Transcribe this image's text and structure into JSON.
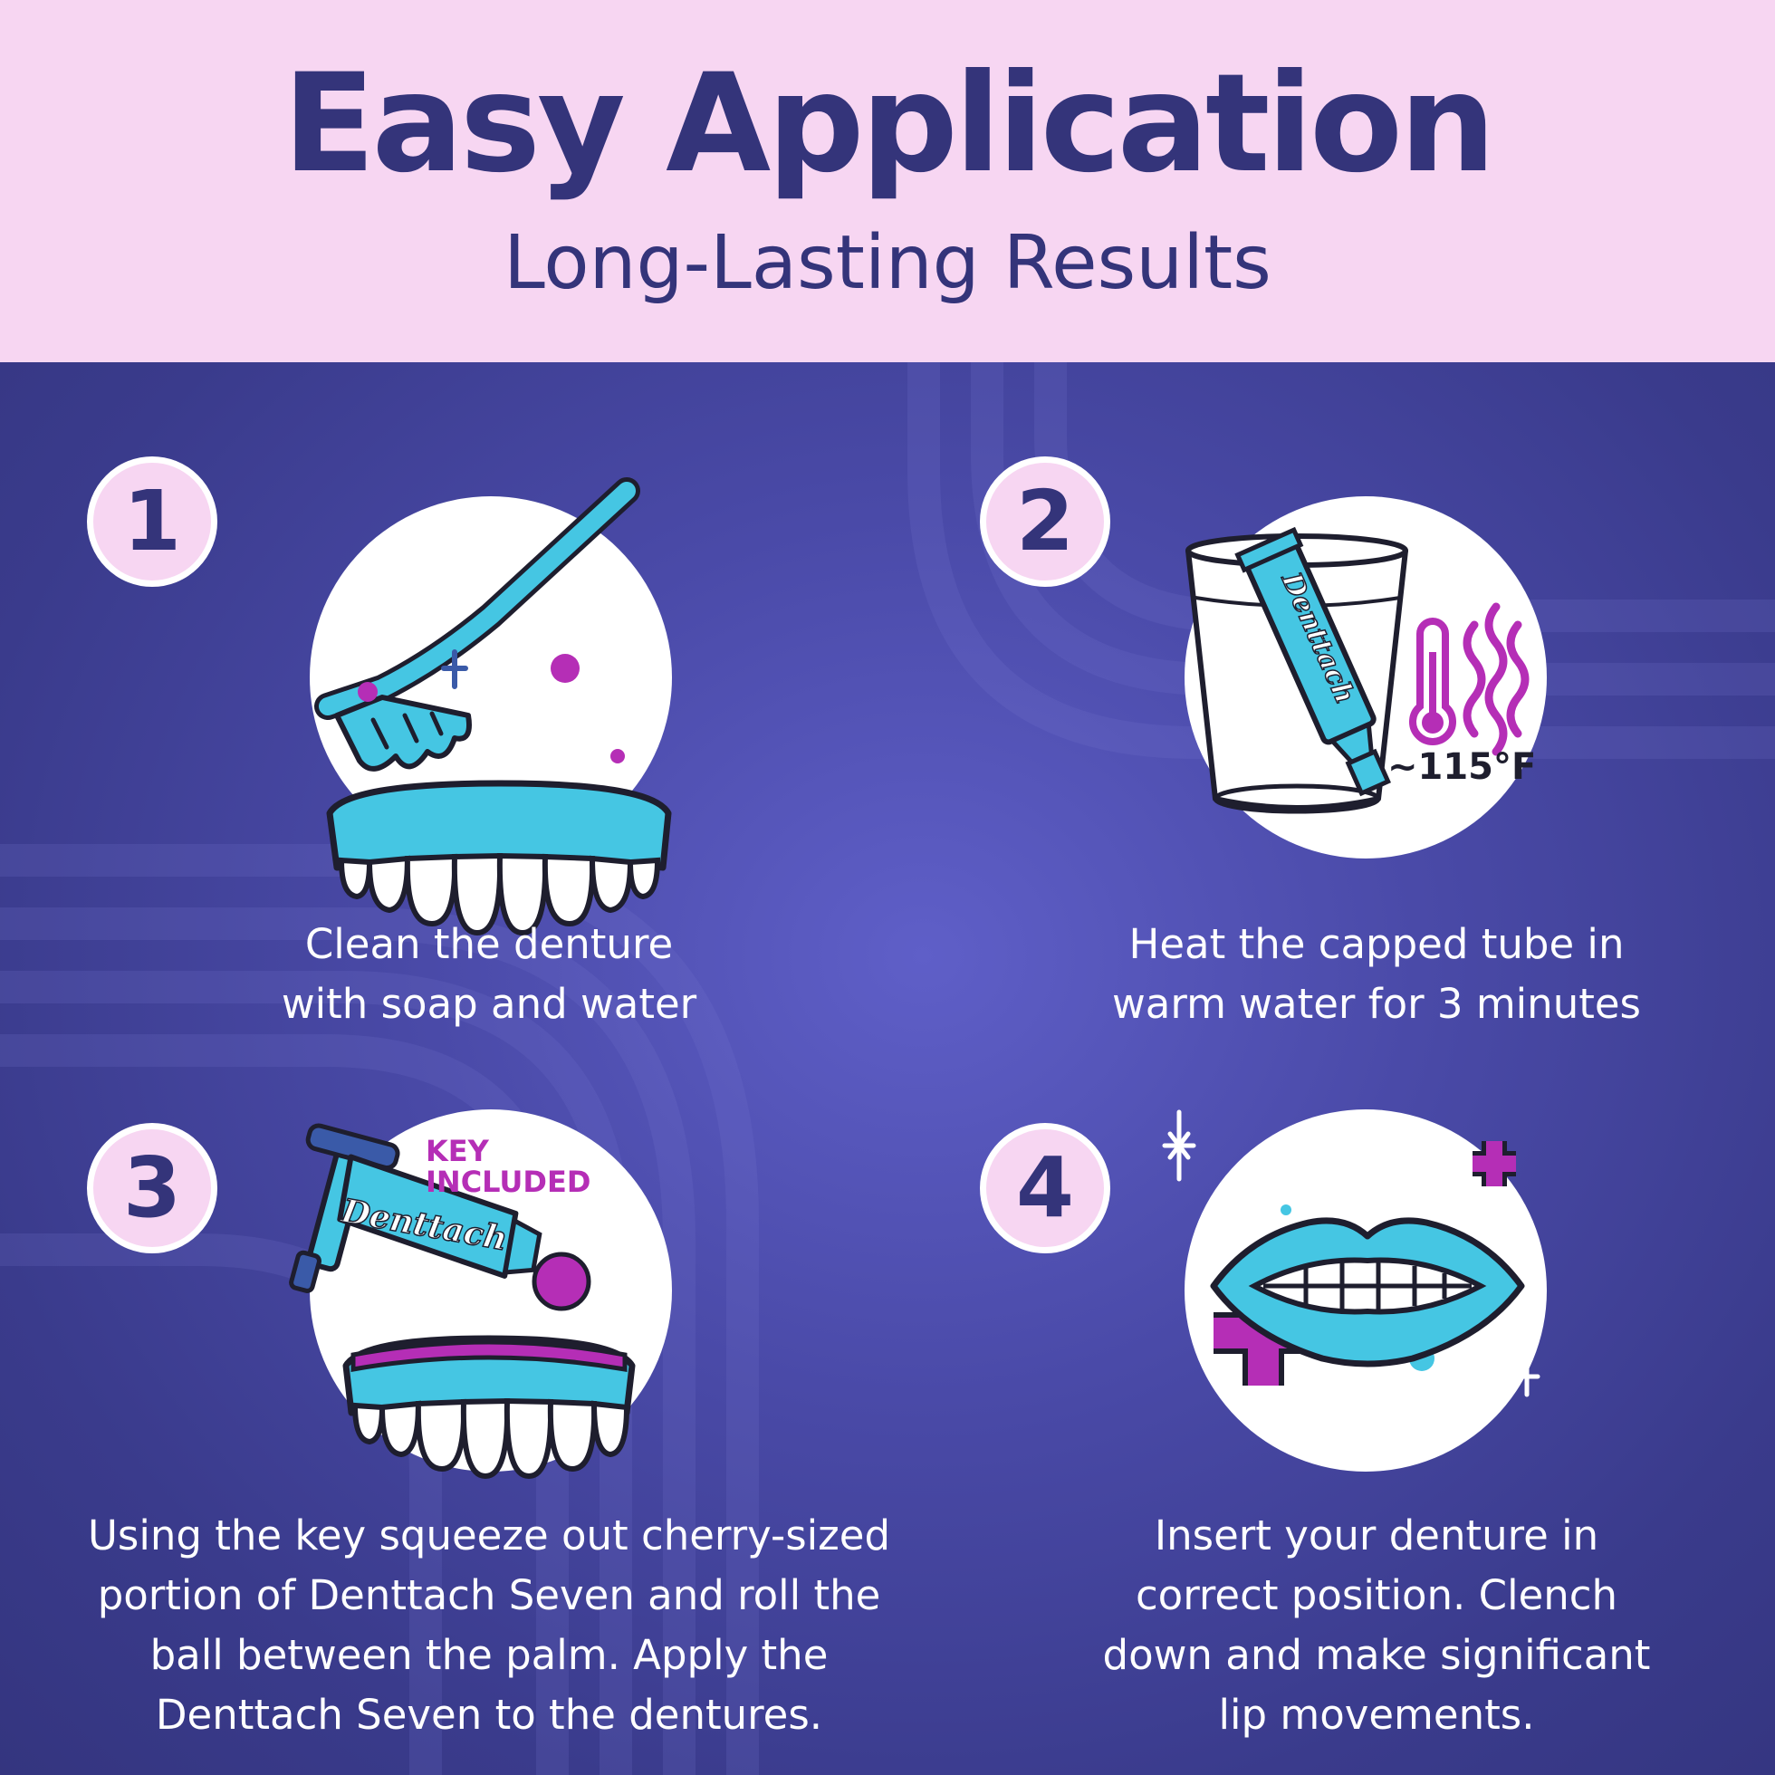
{
  "header": {
    "title": "Easy Application",
    "subtitle": "Long-Lasting Results"
  },
  "colors": {
    "header_bg": "#f7d6f2",
    "navy": "#34347a",
    "main_bg": "#4a4aa8",
    "cyan": "#45c6e3",
    "magenta": "#b52eb6"
  },
  "steps": [
    {
      "number": "1",
      "icon": "toothbrush-denture-icon",
      "caption": "Clean the denture\nwith soap and water"
    },
    {
      "number": "2",
      "icon": "tube-in-warm-water-icon",
      "tube_label": "Denttach",
      "temperature": "~115°F",
      "caption": "Heat the capped tube in\nwarm water for 3 minutes"
    },
    {
      "number": "3",
      "icon": "key-tube-denture-icon",
      "tube_label": "Denttach",
      "badge_line1": "KEY",
      "badge_line2": "INCLUDED",
      "caption": "Using the key squeeze out cherry-sized\nportion of Denttach Seven and roll the\nball between the palm. Apply the\nDenttach Seven to the dentures."
    },
    {
      "number": "4",
      "icon": "lips-teeth-icon",
      "caption": "Insert your denture in\ncorrect position. Clench\ndown and make significant\nlip movements."
    }
  ]
}
